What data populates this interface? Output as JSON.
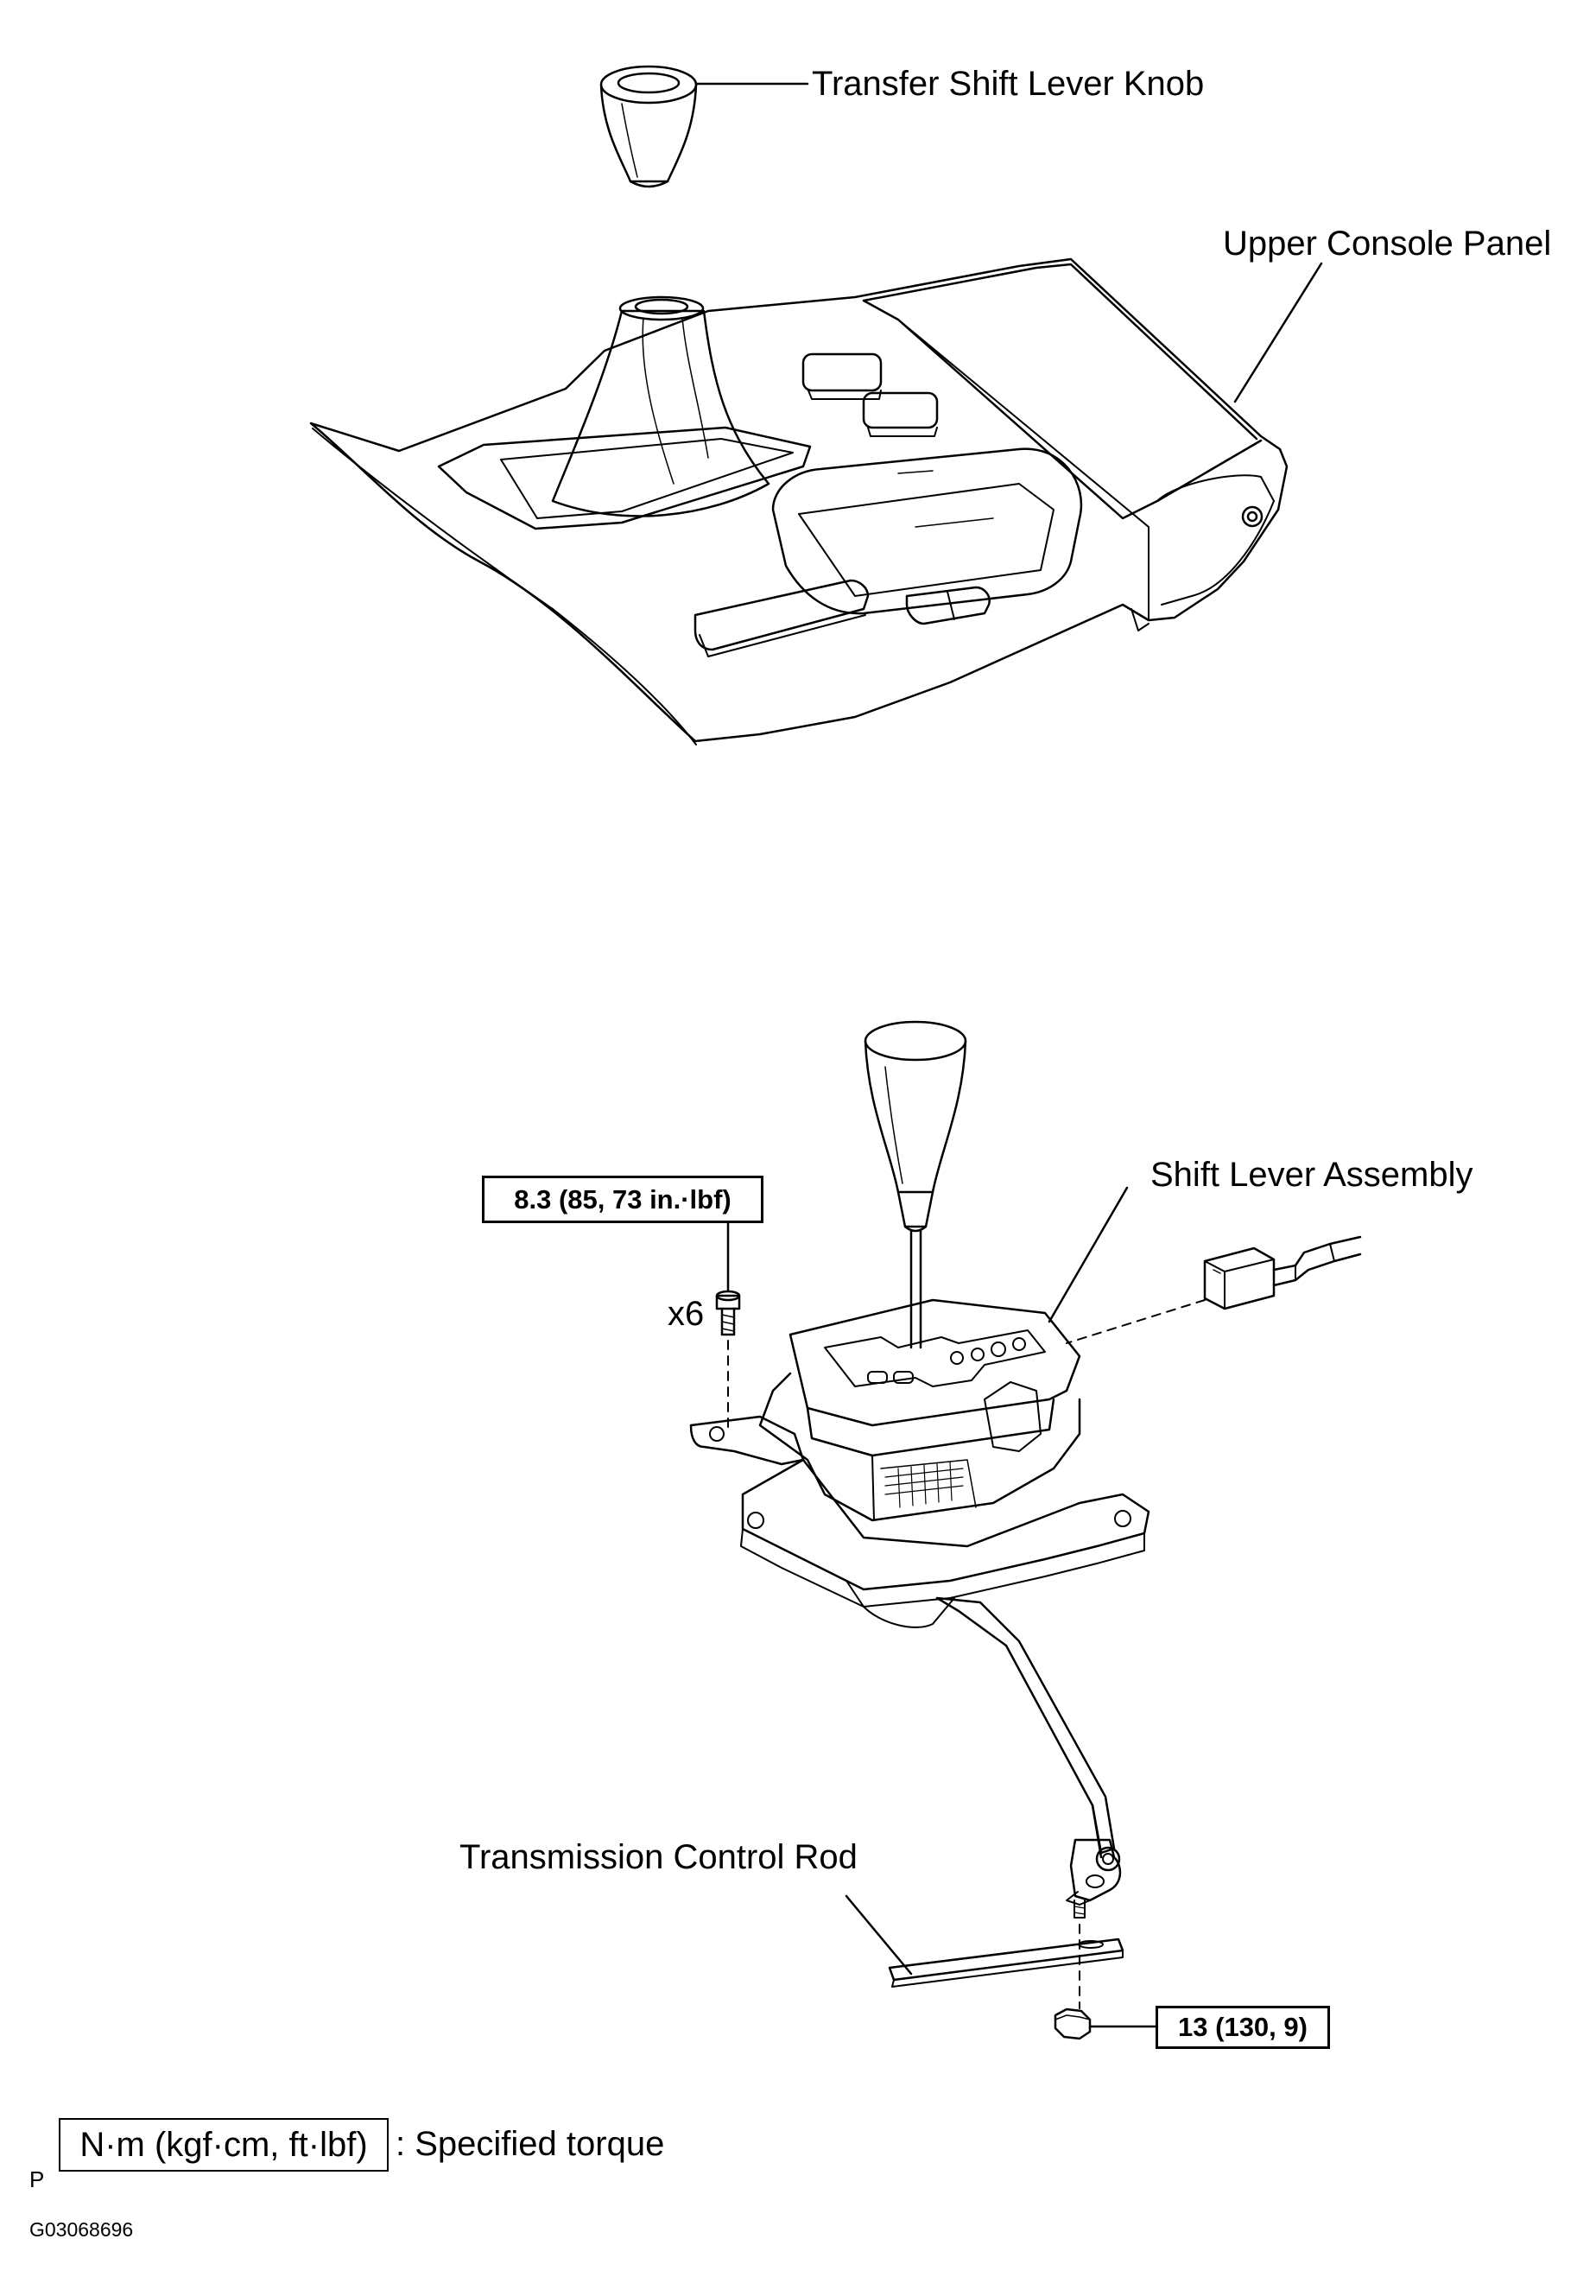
{
  "labels": {
    "knob": "Transfer Shift Lever Knob",
    "console": "Upper Console Panel",
    "shift_assembly": "Shift Lever Assembly",
    "control_rod": "Transmission Control Rod",
    "bolt_count": "x6"
  },
  "torques": {
    "bolt": "8.3 (85, 73 in.·lbf)",
    "nut": "13 (130, 9)"
  },
  "legend": {
    "units": "N·m (kgf·cm, ft·lbf)",
    "meaning": ": Specified torque"
  },
  "footer": {
    "mark": "P",
    "figure_id": "G03068696"
  }
}
